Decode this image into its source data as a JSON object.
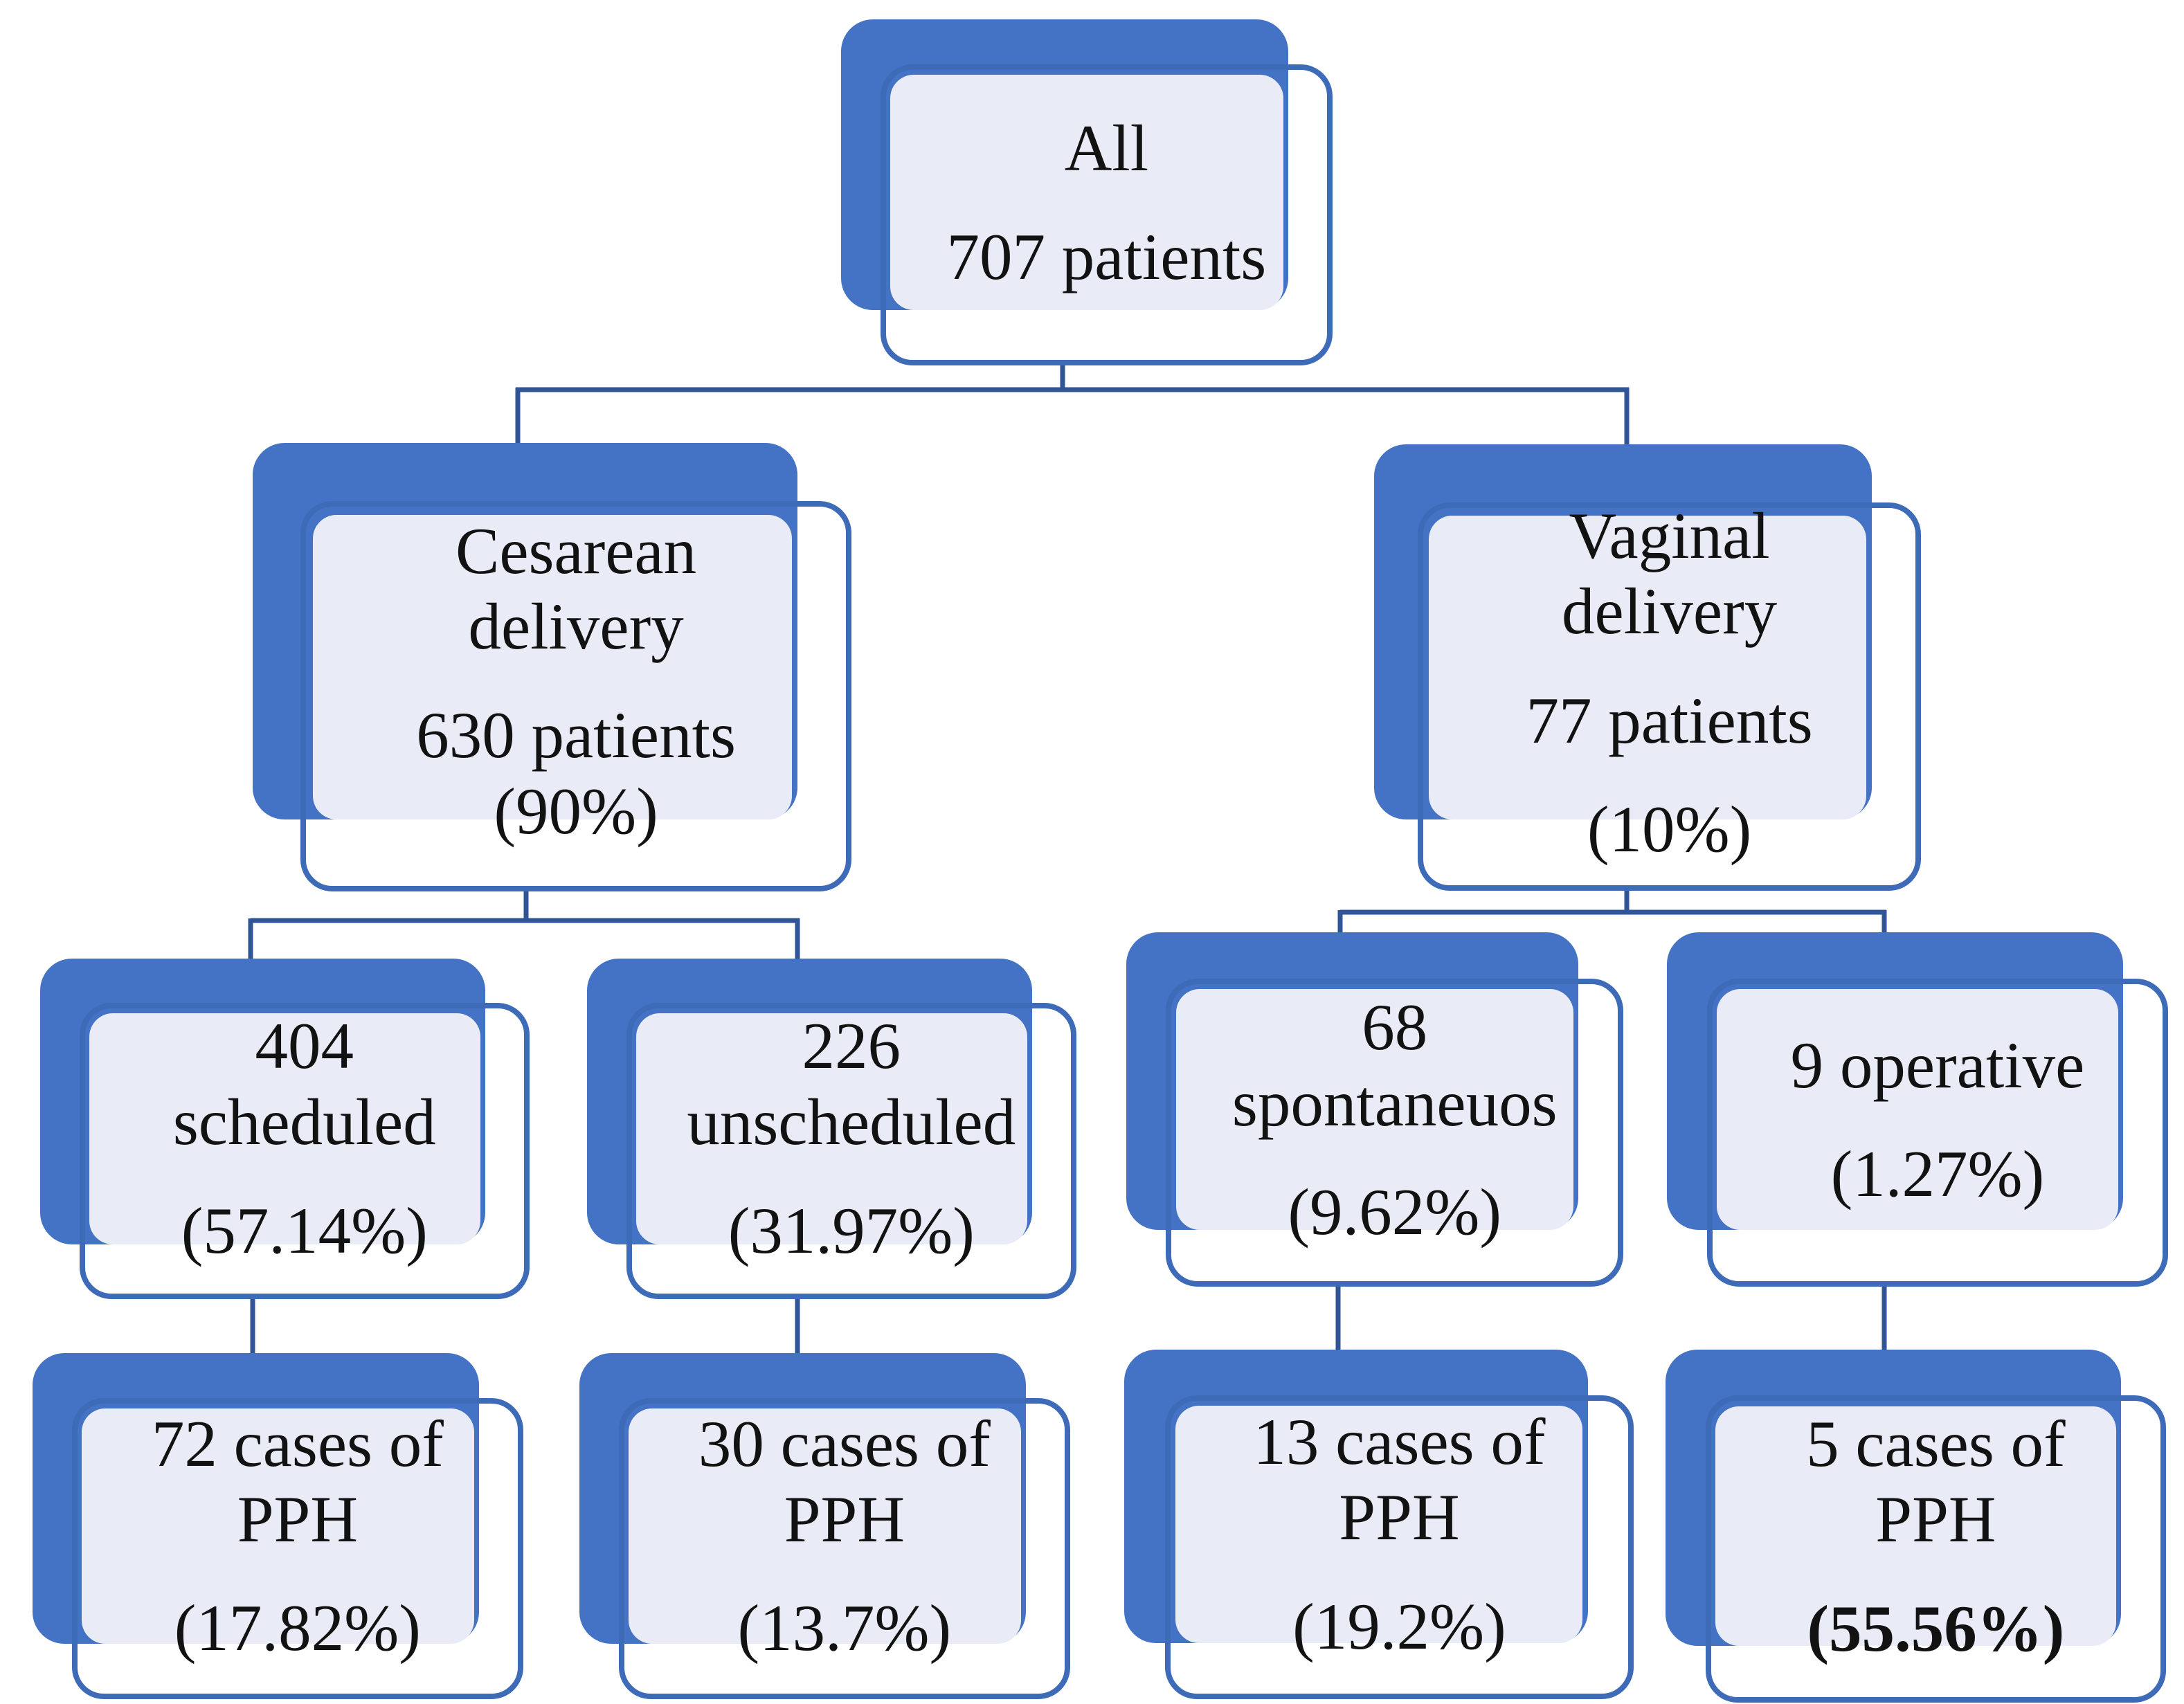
{
  "colors": {
    "shadow_blue": "#4472C4",
    "panel_fill": "#E9ECF6",
    "frame_border": "#3E6BB8",
    "connector": "#2F5597",
    "text_color": "#121212"
  },
  "nodes": {
    "all": {
      "p1": "All",
      "p2": "707 patients"
    },
    "cesarean": {
      "p1": "Cesarean delivery",
      "p2": "630 patients (90%)"
    },
    "vaginal": {
      "p1": "Vaginal delivery",
      "p2": "77 patients",
      "p3": "(10%)"
    },
    "scheduled": {
      "p1": "404 scheduled",
      "p2": "(57.14%)"
    },
    "unscheduled": {
      "p1": "226 unscheduled",
      "p2": "(31.97%)"
    },
    "spontaneous": {
      "p1": "68 spontaneuos",
      "p2": "(9.62%)"
    },
    "operative": {
      "p1": "9 operative",
      "p2": "(1.27%)"
    },
    "pph_scheduled": {
      "p1": "72 cases of PPH",
      "p2": "(17.82%)"
    },
    "pph_unscheduled": {
      "p1": "30 cases of PPH",
      "p2": "(13.7%)"
    },
    "pph_spontaneous": {
      "p1": "13 cases of PPH",
      "p2": "(19.2%)"
    },
    "pph_operative": {
      "p1": "5 cases of PPH",
      "p2": "(55.56%)"
    }
  },
  "edges": [
    {
      "from": "all",
      "to": "cesarean"
    },
    {
      "from": "all",
      "to": "vaginal"
    },
    {
      "from": "cesarean",
      "to": "scheduled"
    },
    {
      "from": "cesarean",
      "to": "unscheduled"
    },
    {
      "from": "vaginal",
      "to": "spontaneous"
    },
    {
      "from": "vaginal",
      "to": "operative"
    },
    {
      "from": "scheduled",
      "to": "pph_scheduled"
    },
    {
      "from": "unscheduled",
      "to": "pph_unscheduled"
    },
    {
      "from": "spontaneous",
      "to": "pph_spontaneous"
    },
    {
      "from": "operative",
      "to": "pph_operative"
    }
  ]
}
